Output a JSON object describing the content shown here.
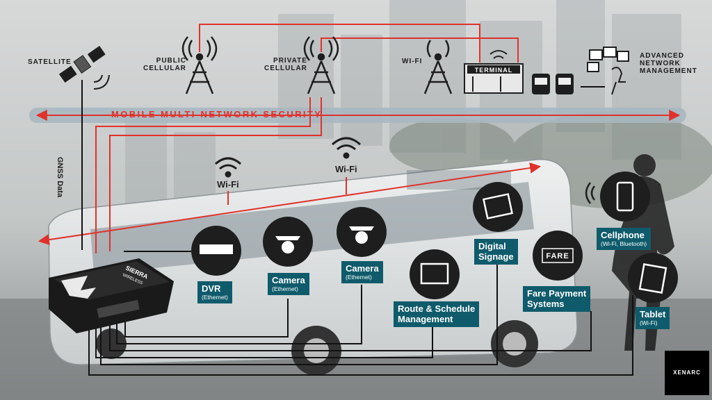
{
  "banner": "MOBILE MULTI-NETWORK SECURITY",
  "gnss_label": "GNSS Data",
  "top_nodes": {
    "satellite": [
      "SATELLITE"
    ],
    "public_cellular": [
      "PUBLIC",
      "CELLULAR"
    ],
    "private_cellular": [
      "PRIVATE",
      "CELLULAR"
    ],
    "wifi": [
      "WI-FI"
    ],
    "terminal": "TERMINAL",
    "advanced": [
      "ADVANCED",
      "NETWORK",
      "MANAGEMENT"
    ]
  },
  "wifi_labels": [
    "Wi-Fi",
    "Wi-Fi"
  ],
  "device_text": [
    "SIERRA",
    "WIRELESS"
  ],
  "fare_icon_text": "FARE",
  "boxes": {
    "dvr": {
      "title": "DVR",
      "sub": "(Ethernet)"
    },
    "camera1": {
      "title": "Camera",
      "sub": "(Ethernet)"
    },
    "camera2": {
      "title": "Camera",
      "sub": "(Ethernet)"
    },
    "route": {
      "title1": "Route & Schedule",
      "title2": "Management"
    },
    "signage": {
      "title1": "Digital",
      "title2": "Signage"
    },
    "fare": {
      "title1": "Fare Payment",
      "title2": "Systems"
    },
    "cellphone": {
      "title": "Cellphone",
      "sub": "(Wi-Fi, Bluetooth)"
    },
    "tablet": {
      "title": "Tablet",
      "sub": "(Wi-Fi)"
    }
  },
  "logo": "XENARC",
  "colors": {
    "accent_red": "#e0312b",
    "teal": "#0f5b6b",
    "banner_bar": "#a9b7c1",
    "icon_dark": "#1e1e1e"
  }
}
